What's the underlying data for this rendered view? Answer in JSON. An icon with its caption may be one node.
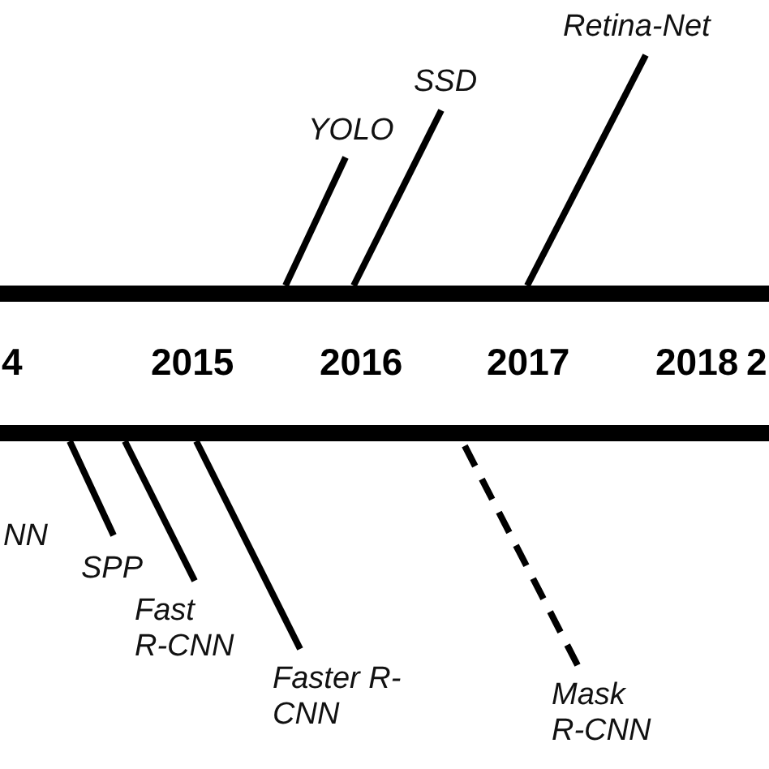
{
  "diagram": {
    "nodes": [
      {
        "text": [
          "4",
          "2015",
          "2016",
          "2017",
          "2018",
          "2"
        ]
      },
      {
        "text": [
          "Retina-Net"
        ]
      },
      {
        "text": [
          "SSD"
        ]
      },
      {
        "text": [
          "YOLO"
        ]
      },
      {
        "text": [
          "SPP"
        ]
      },
      {
        "text": [
          "Fast R-CNN"
        ]
      },
      {
        "text": [
          "Faster R-CNN"
        ]
      },
      {
        "text": [
          "Mask R-CNN"
        ]
      }
    ],
    "edges": [
      {
        "from": 1,
        "to": 0,
        "arrow": "none"
      },
      {
        "from": 2,
        "to": 0,
        "arrow": "none"
      },
      {
        "from": 3,
        "to": 0,
        "arrow": "none"
      },
      {
        "from": 4,
        "to": 0,
        "arrow": "none"
      },
      {
        "from": 5,
        "to": 0,
        "arrow": "none"
      },
      {
        "from": 6,
        "to": 0,
        "arrow": "none"
      },
      {
        "from": 7,
        "to": 0,
        "arrow": "none",
        "style": "dashed"
      }
    ],
    "labels": [
      "NN"
    ]
  }
}
